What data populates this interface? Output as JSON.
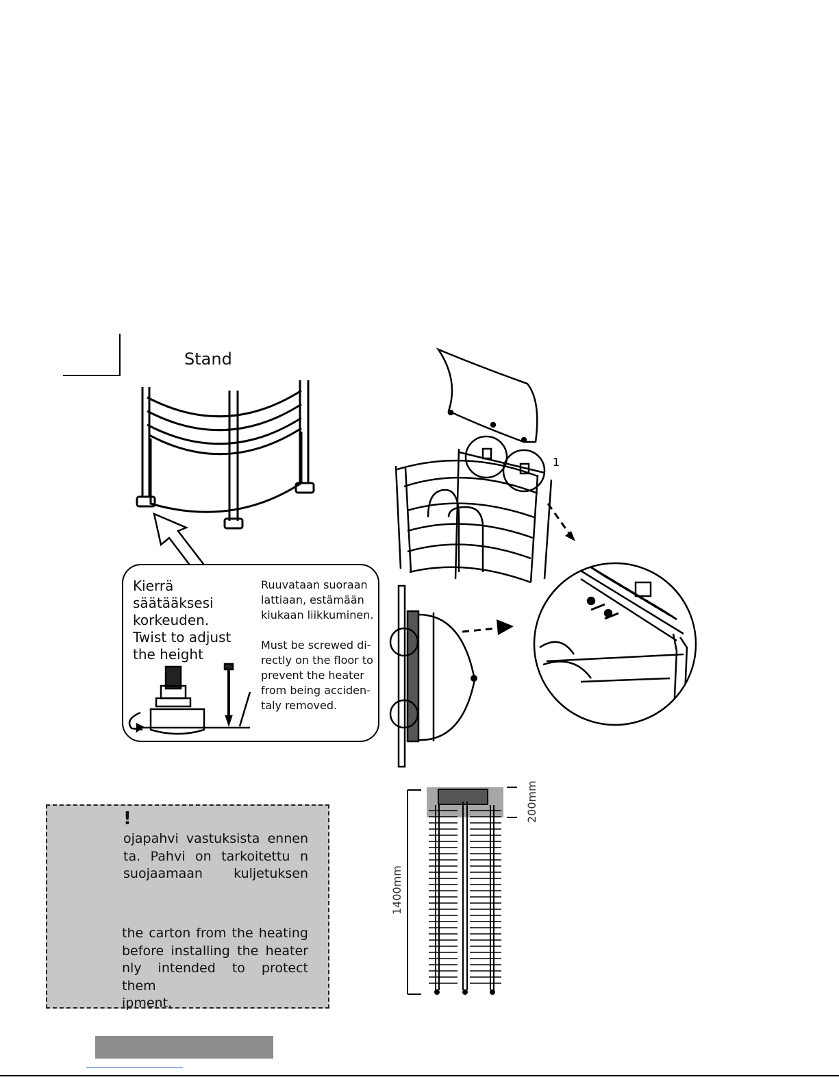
{
  "stand": {
    "title": "Stand",
    "twist_fi": "Kierrä säätääksesi korkeuden.",
    "twist_en": "Twist to adjust the height",
    "screw_fi": "Ruuvataan suoraan lattiaan, estämään kiukaan liikkuminen.",
    "screw_en": "Must be screwed di-rectly on the floor to prevent the heater from being acciden-taly removed."
  },
  "diagram": {
    "step_number": "1",
    "dim_top": "200mm",
    "dim_height": "1400mm"
  },
  "warning": {
    "mark": "!",
    "fi_text": "ojapahvi vastuksista ennen ta. Pahvi on tarkoitettu n suojaamaan kuljetuksen",
    "en_lines": [
      "the carton from the heating",
      " before installing the heater",
      "nly intended to protect them",
      "ipment."
    ]
  }
}
